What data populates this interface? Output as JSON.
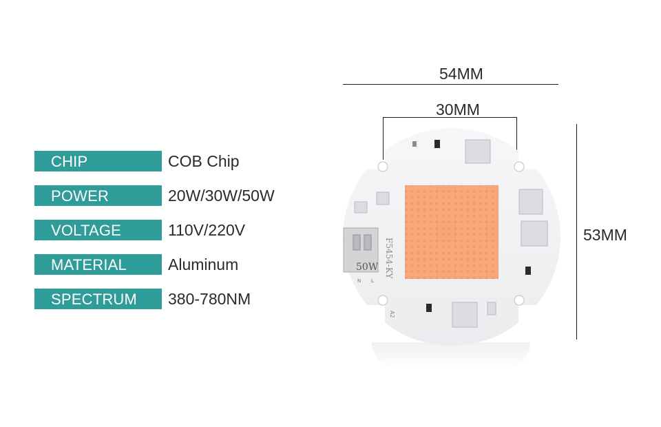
{
  "specs": [
    {
      "label": "CHIP",
      "value": "COB Chip"
    },
    {
      "label": "POWER",
      "value": "20W/30W/50W"
    },
    {
      "label": "VOLTAGE",
      "value": "110V/220V"
    },
    {
      "label": "MATERIAL",
      "value": "Aluminum"
    },
    {
      "label": "SPECTRUM",
      "value": "380-780NM"
    }
  ],
  "dimensions": {
    "outer_width": "54MM",
    "inner_width": "30MM",
    "height": "53MM"
  },
  "board": {
    "connector_text": "50W",
    "part_number": "F5454-KY",
    "pad_labels": [
      "N",
      "L"
    ],
    "corner_mark": "A2"
  },
  "colors": {
    "label_bg": "#2e9c99",
    "led_color": "#f6a87a",
    "board_color": "#f4f4f6"
  }
}
